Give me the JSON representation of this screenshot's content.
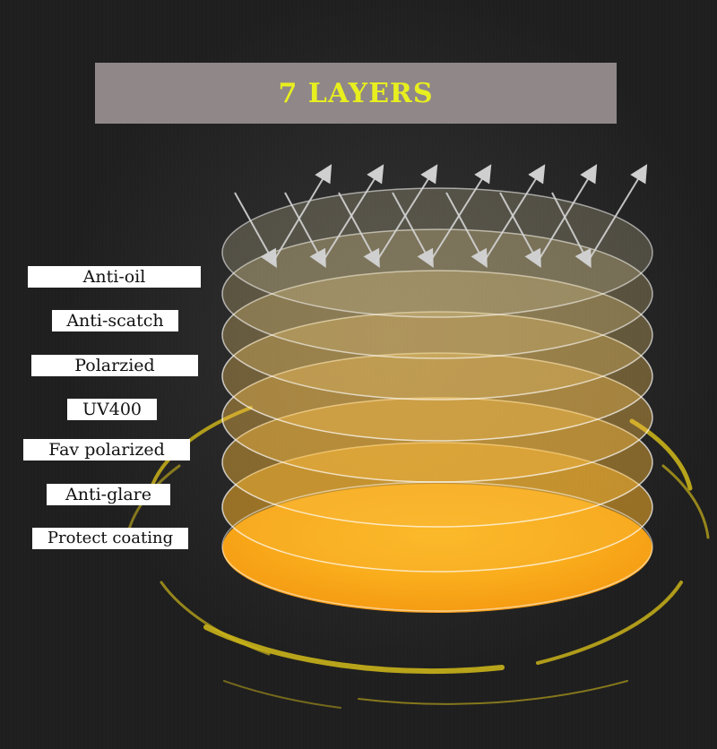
{
  "title": "7 LAYERS",
  "layers": [
    {
      "label": "Anti-oil"
    },
    {
      "label": "Anti-scatch"
    },
    {
      "label": "Polarzied"
    },
    {
      "label": "UV400"
    },
    {
      "label": "Fav polarized"
    },
    {
      "label": "Anti-glare"
    },
    {
      "label": "Protect coating"
    }
  ],
  "colors": {
    "title_text": "#e8ef1e",
    "title_banner": "#8f8788",
    "lens_orange": "#f7a81b",
    "ring_gold": "#c9b21a"
  }
}
